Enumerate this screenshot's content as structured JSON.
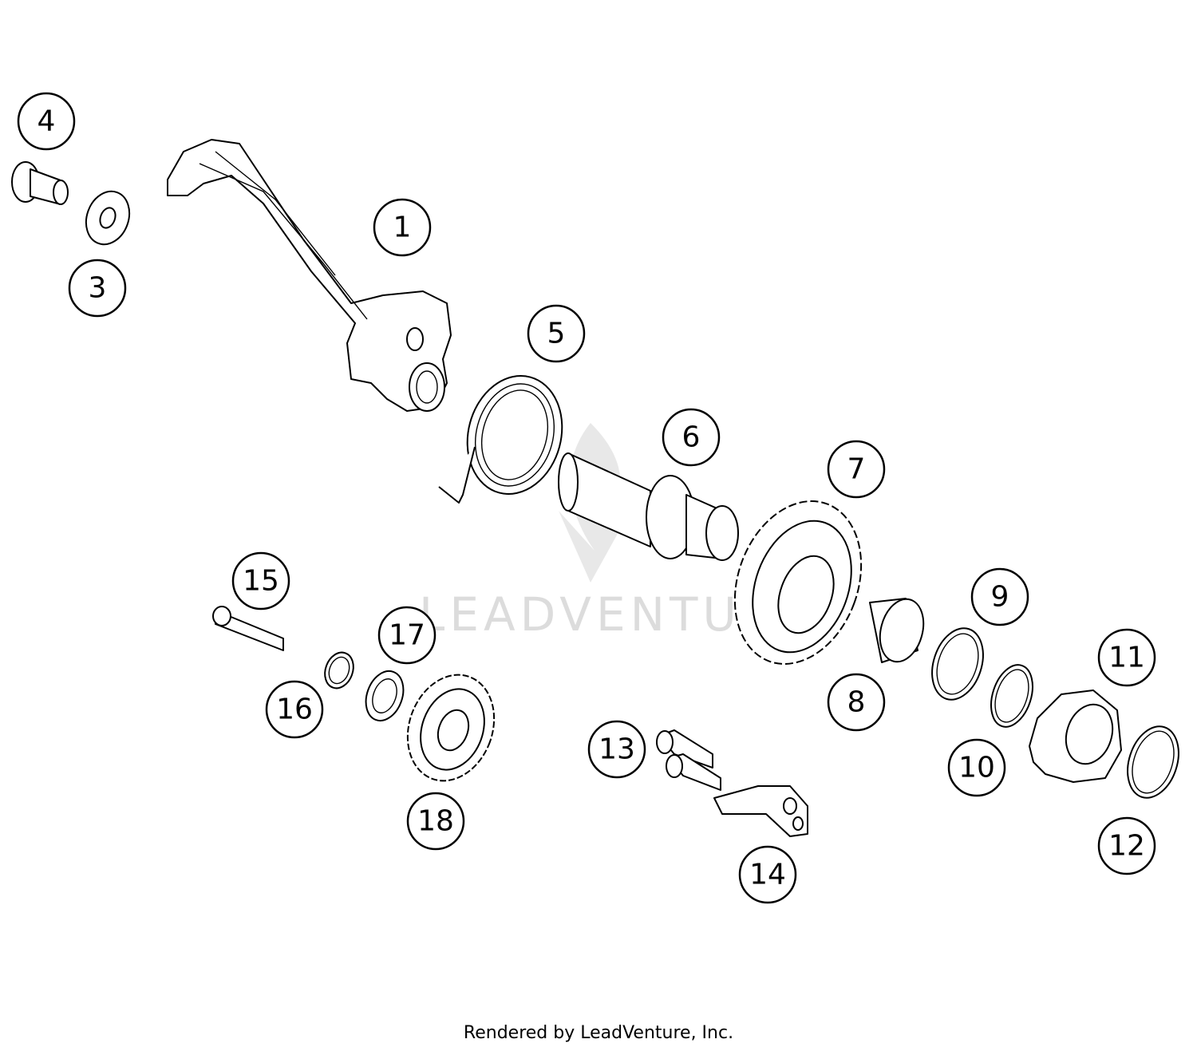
{
  "watermark": {
    "text": "LEADVENTURE",
    "color": "#d9d9d9"
  },
  "footer": {
    "text": "Rendered by LeadVenture, Inc."
  },
  "callouts": [
    {
      "id": "1",
      "label": "1"
    },
    {
      "id": "3",
      "label": "3"
    },
    {
      "id": "4",
      "label": "4"
    },
    {
      "id": "5",
      "label": "5"
    },
    {
      "id": "6",
      "label": "6"
    },
    {
      "id": "7",
      "label": "7"
    },
    {
      "id": "8",
      "label": "8"
    },
    {
      "id": "9",
      "label": "9"
    },
    {
      "id": "10",
      "label": "10"
    },
    {
      "id": "11",
      "label": "11"
    },
    {
      "id": "12",
      "label": "12"
    },
    {
      "id": "13",
      "label": "13"
    },
    {
      "id": "14",
      "label": "14"
    },
    {
      "id": "15",
      "label": "15"
    },
    {
      "id": "16",
      "label": "16"
    },
    {
      "id": "17",
      "label": "17"
    },
    {
      "id": "18",
      "label": "18"
    }
  ]
}
